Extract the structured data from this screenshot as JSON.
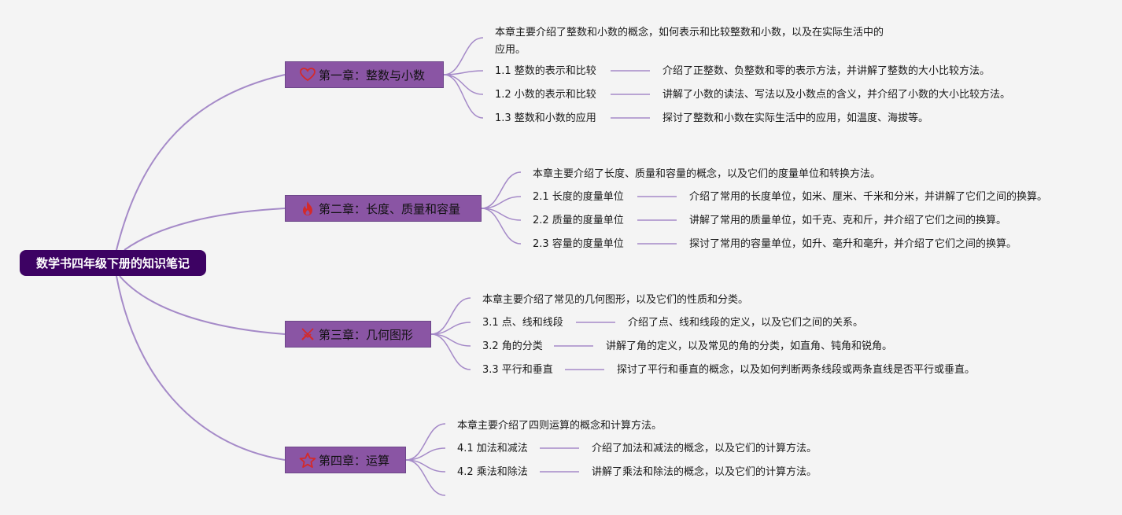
{
  "root": {
    "label": "数学书四年级下册的知识笔记"
  },
  "chapters": [
    {
      "icon": "heart-icon",
      "title": "第一章：整数与小数",
      "summary": "本章主要介绍了整数和小数的概念，如何表示和比较整数和小数，以及在实际生活中的应用。",
      "sections": [
        {
          "title": "1.1 整数的表示和比较",
          "desc": "介绍了正整数、负整数和零的表示方法，并讲解了整数的大小比较方法。"
        },
        {
          "title": "1.2 小数的表示和比较",
          "desc": "讲解了小数的读法、写法以及小数点的含义，并介绍了小数的大小比较方法。"
        },
        {
          "title": "1.3 整数和小数的应用",
          "desc": "探讨了整数和小数在实际生活中的应用，如温度、海拔等。"
        }
      ]
    },
    {
      "icon": "fire-icon",
      "title": "第二章：长度、质量和容量",
      "summary": "本章主要介绍了长度、质量和容量的概念，以及它们的度量单位和转换方法。",
      "sections": [
        {
          "title": "2.1 长度的度量单位",
          "desc": "介绍了常用的长度单位，如米、厘米、千米和分米，并讲解了它们之间的换算。"
        },
        {
          "title": "2.2 质量的度量单位",
          "desc": "讲解了常用的质量单位，如千克、克和斤，并介绍了它们之间的换算。"
        },
        {
          "title": "2.3 容量的度量单位",
          "desc": "探讨了常用的容量单位，如升、毫升和毫升，并介绍了它们之间的换算。"
        }
      ]
    },
    {
      "icon": "swords-icon",
      "title": "第三章：几何图形",
      "summary": "本章主要介绍了常见的几何图形，以及它们的性质和分类。",
      "sections": [
        {
          "title": "3.1 点、线和线段",
          "desc": "介绍了点、线和线段的定义，以及它们之间的关系。"
        },
        {
          "title": "3.2 角的分类",
          "desc": "讲解了角的定义，以及常见的角的分类，如直角、钝角和锐角。"
        },
        {
          "title": "3.3 平行和垂直",
          "desc": "探讨了平行和垂直的概念，以及如何判断两条线段或两条直线是否平行或垂直。"
        }
      ]
    },
    {
      "icon": "star-icon",
      "title": "第四章：运算",
      "summary": "本章主要介绍了四则运算的概念和计算方法。",
      "sections": [
        {
          "title": "4.1 加法和减法",
          "desc": "介绍了加法和减法的概念，以及它们的计算方法。"
        },
        {
          "title": "4.2 乘法和除法",
          "desc": "讲解了乘法和除法的概念，以及它们的计算方法。"
        }
      ]
    }
  ],
  "colors": {
    "root": "#3d0263",
    "chapter": "#8a55a4",
    "link": "#a58ac8",
    "icon": "#d42a2a"
  }
}
